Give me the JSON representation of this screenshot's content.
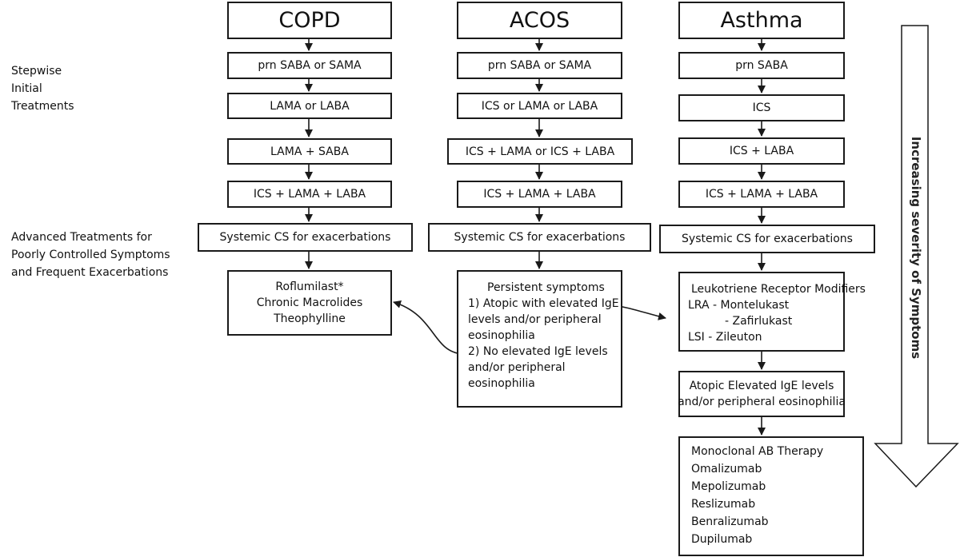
{
  "headers": {
    "copd": "COPD",
    "acos": "ACOS",
    "asthma": "Asthma"
  },
  "side_labels": {
    "initial": [
      "Stepwise",
      "Initial",
      "Treatments"
    ],
    "advanced": [
      "Advanced Treatments for",
      "Poorly Controlled Symptoms",
      "and Frequent Exacerbations"
    ]
  },
  "copd": {
    "steps": [
      "prn SABA or SAMA",
      "LAMA or LABA",
      "LAMA + SABA",
      "ICS + LAMA + LABA",
      "Systemic CS for exacerbations"
    ],
    "advanced": [
      "Roflumilast*",
      "Chronic Macrolides",
      "Theophylline"
    ]
  },
  "acos": {
    "steps": [
      "prn SABA or SAMA",
      "ICS or LAMA or LABA",
      "ICS + LAMA or ICS + LABA",
      "ICS + LAMA + LABA",
      "Systemic CS for exacerbations"
    ],
    "persistent": [
      "Persistent symptoms",
      "1) Atopic with elevated IgE",
      "levels and/or peripheral",
      "eosinophilia",
      "2) No elevated IgE levels",
      "and/or peripheral",
      "eosinophilia"
    ]
  },
  "asthma": {
    "steps": [
      "prn SABA",
      "ICS",
      "ICS + LABA",
      "ICS + LAMA + LABA",
      "Systemic CS for exacerbations"
    ],
    "leukotriene": [
      "Leukotriene Receptor Modifiers",
      "LRA - Montelukast",
      "- Zafirlukast",
      "LSI   - Zileuton"
    ],
    "atopic": [
      "Atopic Elevated IgE levels",
      "and/or peripheral eosinophilia"
    ],
    "monoclonal": [
      "Monoclonal AB Therapy",
      "Omalizumab",
      "Mepolizumab",
      "Reslizumab",
      "Benralizumab",
      "Dupilumab"
    ]
  },
  "severity_label": "Increasing severity of Symptoms"
}
